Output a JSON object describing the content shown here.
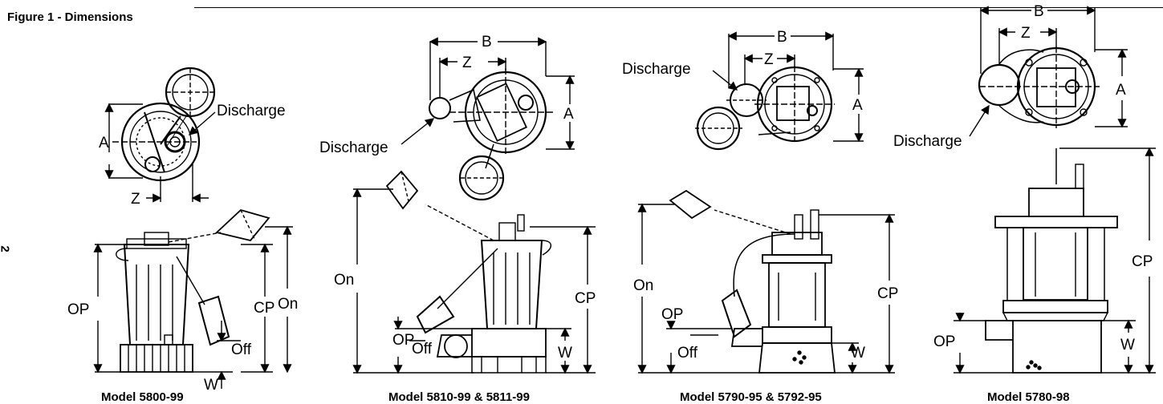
{
  "figure_title": "Figure 1 - Dimensions",
  "page_number": "2",
  "labels": {
    "A": "A",
    "B": "B",
    "Z": "Z",
    "W": "W",
    "CP": "CP",
    "OP": "OP",
    "On": "On",
    "Off": "Off",
    "discharge": "Discharge"
  },
  "models": [
    "Model 5800-99",
    "Model 5810-99 & 5811-99",
    "Model 5790-95 & 5792-95",
    "Model 5780-98"
  ]
}
